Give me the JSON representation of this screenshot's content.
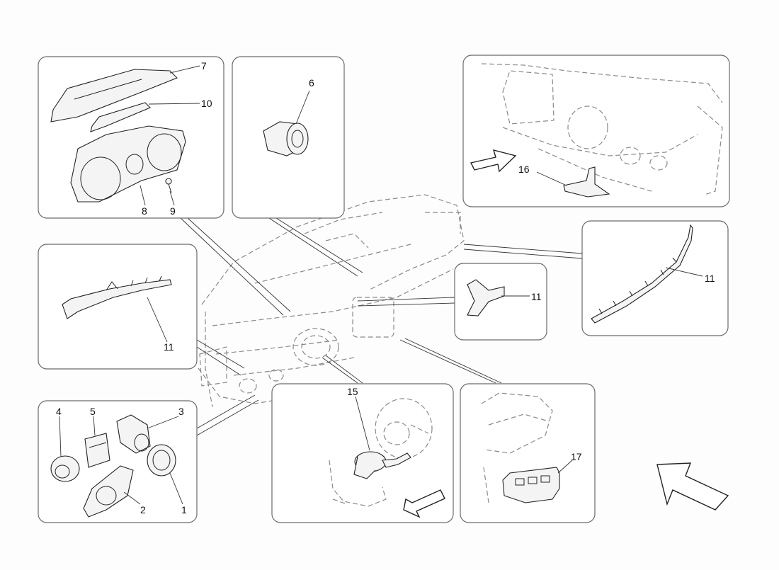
{
  "callouts": {
    "c1": "1",
    "c2": "2",
    "c3": "3",
    "c4": "4",
    "c5": "5",
    "c6": "6",
    "c7": "7",
    "c8": "8",
    "c9": "9",
    "c10": "10",
    "c11a": "11",
    "c11b": "11",
    "c11c": "11",
    "c15": "15",
    "c16": "16",
    "c17": "17"
  },
  "icons": {
    "direction_arrow": "view-direction-arrow-icon"
  },
  "colors": {
    "panel_border": "#6b6b6b",
    "line": "#222222",
    "background": "#fdfdfd"
  }
}
